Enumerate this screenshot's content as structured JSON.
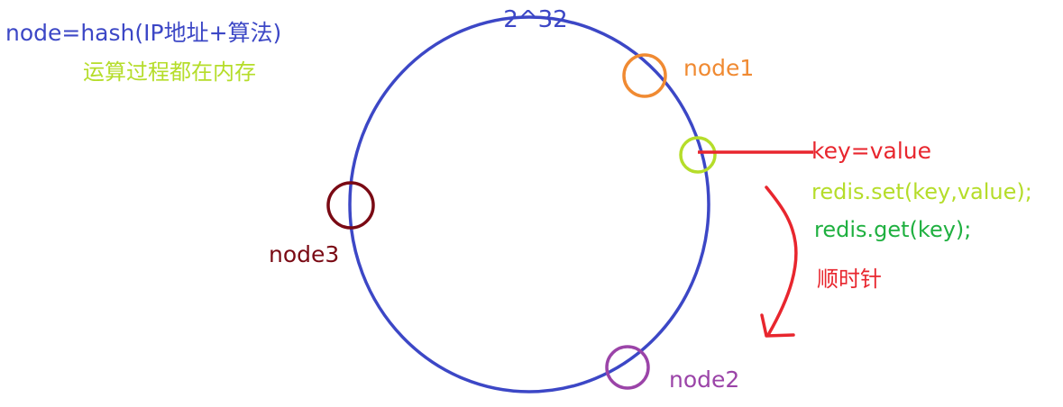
{
  "formula": "node=hash(IP地址+算法)",
  "note": "运算过程都在内存",
  "ring_label": "2^32",
  "nodes": {
    "node1": "node1",
    "node2": "node2",
    "node3": "node3"
  },
  "key_label": "key=value",
  "set_cmd": "redis.set(key,value);",
  "get_cmd": "redis.get(key);",
  "direction_label": "顺时针",
  "colors": {
    "ring": "#3c47c6",
    "node1": "#f08a32",
    "node2": "#9b44a8",
    "node3": "#7a0a14",
    "key_marker": "#b5dd2a",
    "key_text": "#e8262e",
    "set_cmd": "#b5dd2a",
    "get_cmd": "#1fb040",
    "arrow": "#e8262e",
    "formula": "#3c47c6",
    "note": "#b5dd2a"
  }
}
